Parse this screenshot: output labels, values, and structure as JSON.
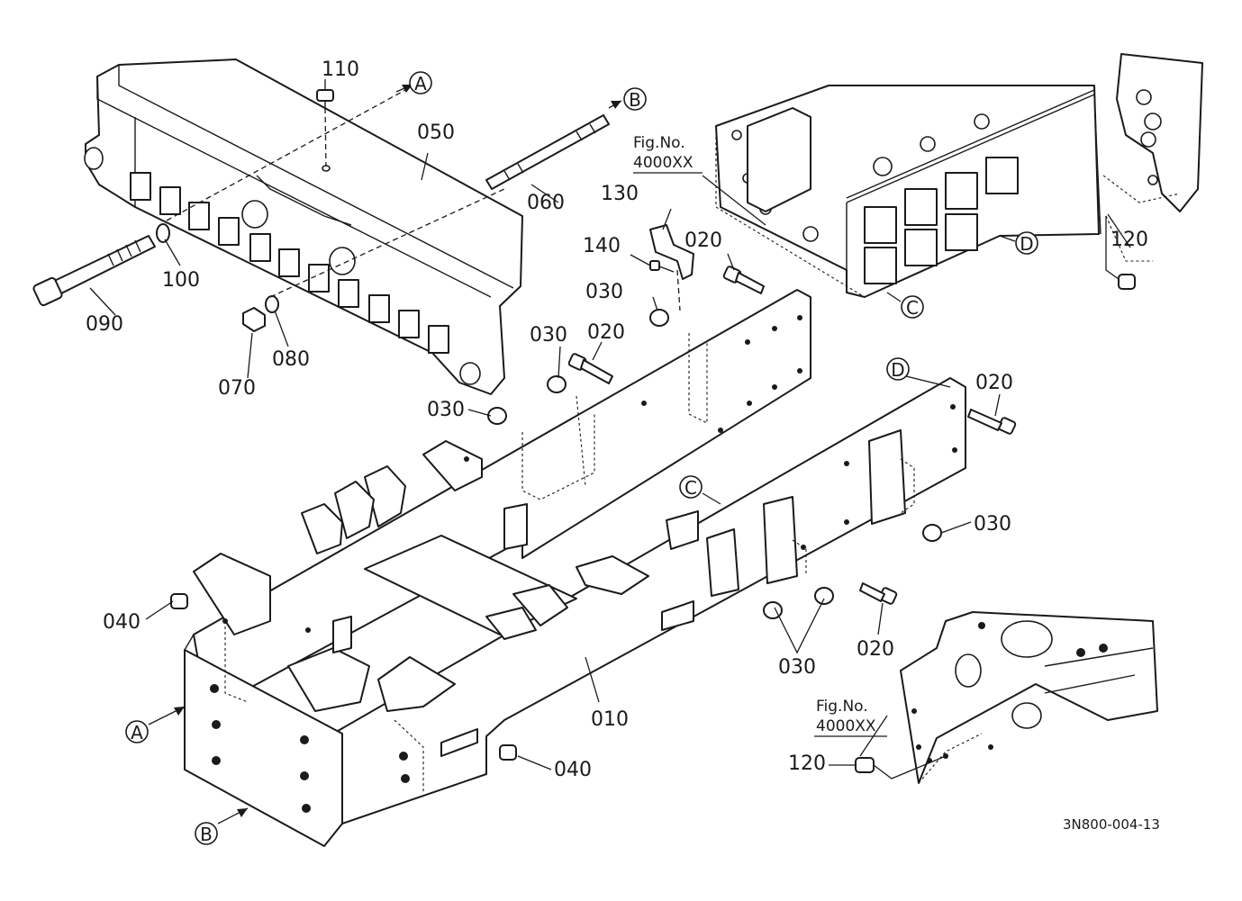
{
  "drawing_code": "3N800-004-13",
  "parts": {
    "p010": "010",
    "p020": "020",
    "p030": "030",
    "p040": "040",
    "p050": "050",
    "p060": "060",
    "p070": "070",
    "p080": "080",
    "p090": "090",
    "p100": "100",
    "p110": "110",
    "p120": "120",
    "p130": "130",
    "p140": "140"
  },
  "refs": {
    "A": "A",
    "B": "B",
    "C": "C",
    "D": "D"
  },
  "fig_ref": {
    "line1": "Fig.No.",
    "line2": "4000XX"
  }
}
